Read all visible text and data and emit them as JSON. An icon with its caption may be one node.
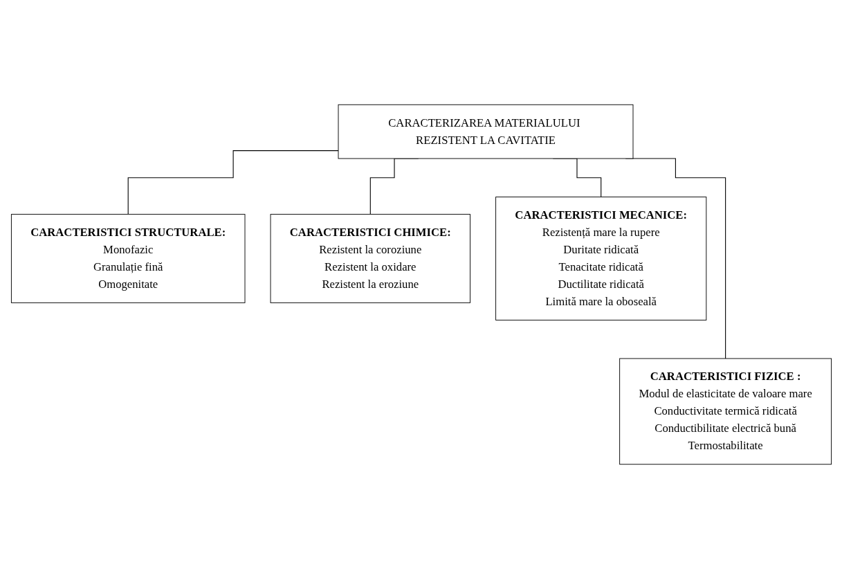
{
  "diagram": {
    "nodes": [
      {
        "text": [
          "CARACTERIZAREA MATERIALULUI REZISTENT LA CAVITATIE"
        ]
      },
      {
        "text": [
          "CARACTERISTICI STRUCTURALE:",
          "Monofazic",
          "Granulație fină",
          "Omogenitate"
        ]
      },
      {
        "text": [
          "CARACTERISTICI FIZICE :",
          "Modul de elasticitate de valoare mare",
          "Conductivitate termică ridicată",
          "Conductibilitate electrică bună",
          "Termostabilitate"
        ]
      },
      {
        "text": [
          "CARACTERISTICI CHIMICE:",
          "Rezistent la coroziune",
          "Rezistent la oxidare",
          "Rezistent la eroziune"
        ]
      },
      {
        "text": [
          "CARACTERISTICI MECANICE:",
          "Rezistență mare la rupere",
          "Duritate ridicată",
          "Tenacitate ridicată",
          "Ductilitate ridicată",
          "Limită mare la oboseală"
        ]
      }
    ],
    "edges": [
      {
        "from": 0,
        "to": 1,
        "arrow": "none"
      },
      {
        "from": 0,
        "to": 2,
        "arrow": "none"
      },
      {
        "from": 0,
        "to": 3,
        "arrow": "none"
      },
      {
        "from": 0,
        "to": 4,
        "arrow": "none"
      }
    ]
  }
}
